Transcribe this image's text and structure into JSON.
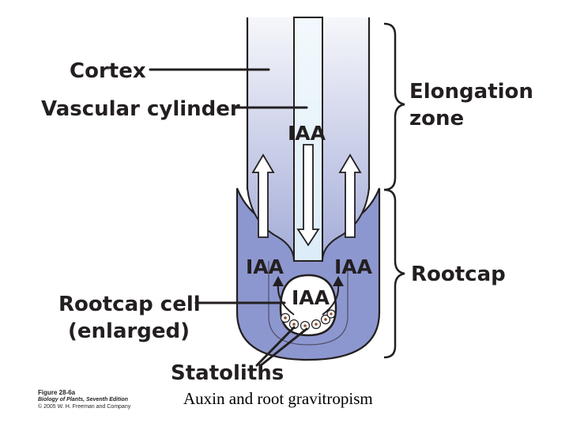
{
  "diagram": {
    "labels": {
      "cortex": "Cortex",
      "vascular_cylinder": "Vascular cylinder",
      "elongation_zone_line1": "Elongation",
      "elongation_zone_line2": "zone",
      "rootcap": "Rootcap",
      "rootcap_cell_line1": "Rootcap cell",
      "rootcap_cell_line2": "(enlarged)",
      "statoliths": "Statoliths",
      "iaa_center": "IAA",
      "iaa_left": "IAA",
      "iaa_right": "IAA",
      "iaa_cell": "IAA"
    },
    "colors": {
      "cortex_top": "#f4f6fb",
      "cortex_bottom": "#9fa9d6",
      "rootcap_fill": "#8d97cf",
      "vascular_fill": "#e6f3fb",
      "outline": "#231f20"
    }
  },
  "credit": {
    "figure": "Figure 28-6a",
    "book": "Biology of Plants, Seventh Edition",
    "copyright": "© 2005 W. H. Freeman and Company"
  },
  "caption": "Auxin and root gravitropism"
}
